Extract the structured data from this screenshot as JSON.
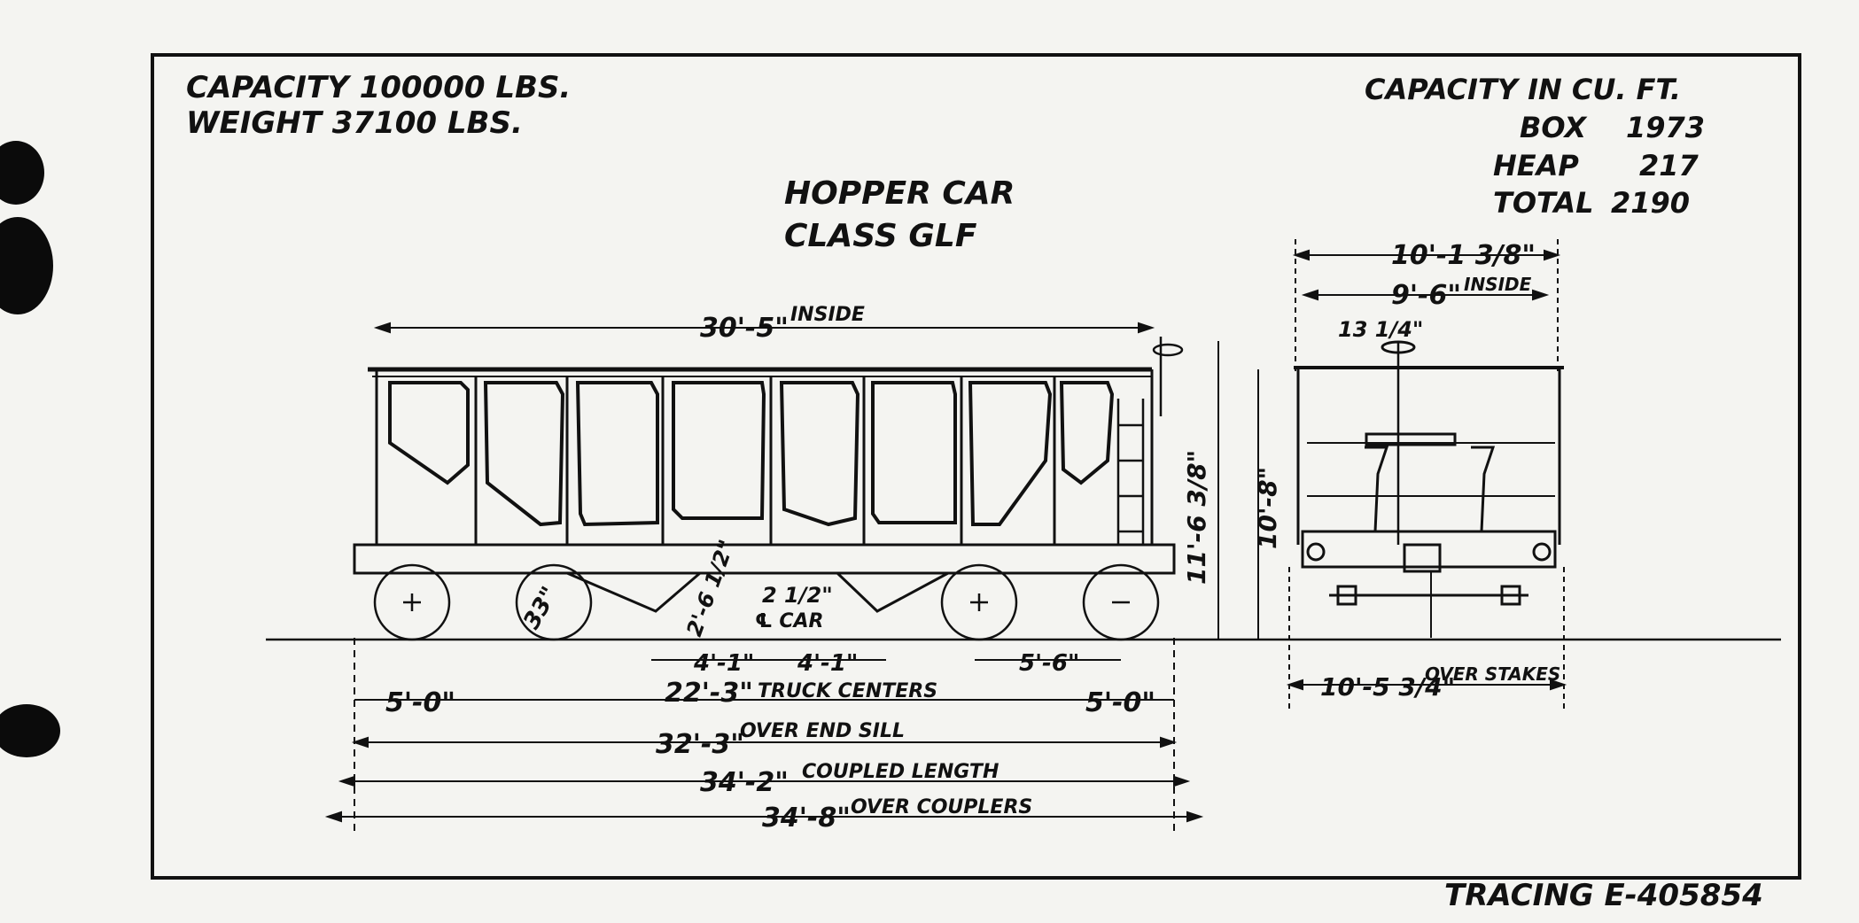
{
  "header": {
    "capacity_line": "CAPACITY 100000 LBS.",
    "weight_line": "WEIGHT 37100 LBS.",
    "title_line1": "HOPPER CAR",
    "title_line2": "CLASS GLF"
  },
  "cubic_capacity": {
    "title": "CAPACITY IN CU. FT.",
    "rows": [
      {
        "label": "BOX",
        "value": "1973"
      },
      {
        "label": "HEAP",
        "value": "217"
      },
      {
        "label": "TOTAL",
        "value": "2190"
      }
    ]
  },
  "side_dimensions": {
    "inside_length": "30'-5\"",
    "inside_note": "INSIDE",
    "height_overall": "11'-6 3/8\"",
    "height_body": "10'-8\"",
    "wheel_diameter": "33\"",
    "hopper_depth": "2'-6 1/2\"",
    "center_offset": "2 1/2\"",
    "center_label": "℄ CAR",
    "hopper_half_left": "4'-1\"",
    "hopper_half_right": "4'-1\"",
    "wheelbase_right": "5'-6\"",
    "truck_overhang_left": "5'-0\"",
    "truck_centers": "22'-3\"",
    "truck_centers_note": "TRUCK CENTERS",
    "truck_overhang_right": "5'-0\"",
    "over_end_sill": "32'-3\"",
    "over_end_sill_note": "OVER END SILL",
    "coupled_length": "34'-2\"",
    "coupled_length_note": "COUPLED LENGTH",
    "over_couplers": "34'-8\"",
    "over_couplers_note": "OVER COUPLERS"
  },
  "end_dimensions": {
    "overall_width": "10'-1 3/8\"",
    "inside_width": "9'-6\"",
    "inside_note": "INSIDE",
    "brake_offset": "13 1/4\"",
    "over_stakes": "10'-5 3/4\"",
    "over_stakes_note": "OVER STAKES"
  },
  "footer": {
    "tracing": "TRACING E-405854"
  }
}
